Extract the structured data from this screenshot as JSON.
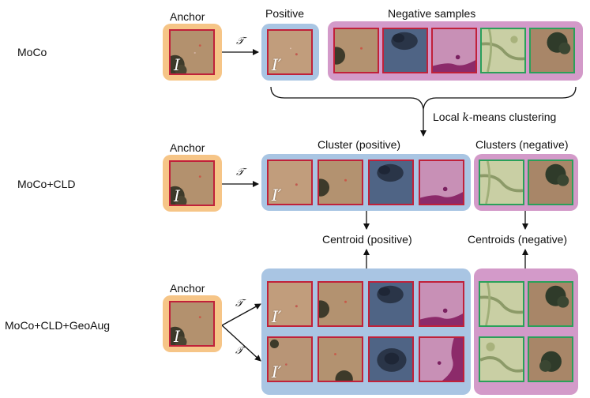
{
  "row_labels": {
    "moco": "MoCo",
    "moco_cld": "MoCo+CLD",
    "moco_cld_geoaug": "MoCo+CLD+GeoAug"
  },
  "headers": {
    "anchor": "Anchor",
    "positive": "Positive",
    "negative_samples": "Negative samples",
    "cluster_positive": "Cluster (positive)",
    "clusters_negative": "Clusters (negative)",
    "centroid_positive": "Centroid (positive)",
    "centroids_negative": "Centroids (negative)"
  },
  "clustering": {
    "prefix": "Local ",
    "k": "k",
    "suffix": "-means clustering"
  },
  "symbols": {
    "transform": "𝒯",
    "image": "I",
    "image_prime": "I′"
  },
  "colors": {
    "anchor_bg": "#f6c587",
    "positive_bg": "#a9c5e3",
    "negative_bg": "#d39ac9",
    "red_border": "#c0213a",
    "green_border": "#2aa05a"
  }
}
